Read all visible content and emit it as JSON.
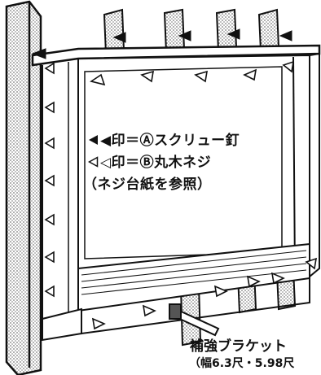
{
  "legend": {
    "filled_triangle": "◀印＝Ⓐスクリュー釘",
    "outline_triangle": "◁印＝Ⓑ丸木ネジ",
    "note": "（ネジ台紙を参照）"
  },
  "bracket_label": {
    "title": "補強ブラケット",
    "subtitle": "（幅6.3尺・5.98尺"
  },
  "colors": {
    "line": "#111111",
    "stipple": "#888888",
    "background": "#ffffff"
  },
  "icons": {
    "filled_triangle": "filled-triangle-icon",
    "outline_triangle": "outline-triangle-icon"
  }
}
